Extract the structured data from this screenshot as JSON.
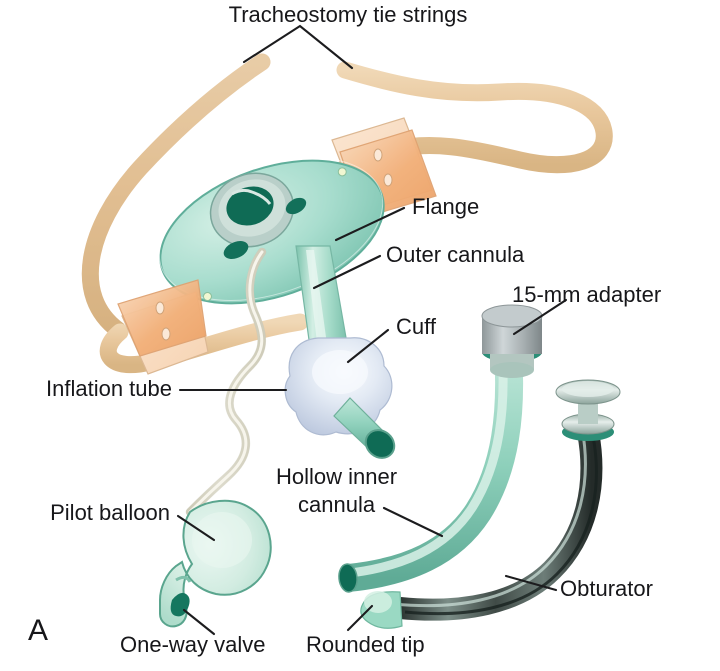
{
  "figure": {
    "panel_letter": "A",
    "background_color": "#ffffff"
  },
  "labels": {
    "tie_strings": "Tracheostomy tie strings",
    "flange": "Flange",
    "outer_cannula": "Outer cannula",
    "adapter": "15-mm adapter",
    "cuff": "Cuff",
    "inflation_tube": "Inflation tube",
    "hollow_inner_cannula_line1": "Hollow inner",
    "hollow_inner_cannula_line2": "cannula",
    "pilot_balloon": "Pilot balloon",
    "one_way_valve": "One-way valve",
    "rounded_tip": "Rounded tip",
    "obturator": "Obturator"
  },
  "colors": {
    "tie_string": "#e8c79c",
    "tie_string_edge": "#d4ae7e",
    "flange_tab": "#f2b07a",
    "flange_tab_light": "#f7d6b4",
    "flange_body": "#a8ddce",
    "flange_body_edge": "#5fae9a",
    "cannula_green": "#9ed8c6",
    "cannula_green_dark": "#2f8d76",
    "cannula_green_deep": "#14715c",
    "cuff_blue": "#cfd8ea",
    "cuff_highlight": "#f3f6fb",
    "adapter_gray": "#9aa3a6",
    "adapter_gray_light": "#c6cdd0",
    "obturator_dark": "#37423f",
    "inflation_tube": "#eae7d8",
    "inflation_tube_edge": "#c9c6b2",
    "balloon_fill": "#cfe9df",
    "valve_dark": "#15775f",
    "text": "#17171a",
    "leader": "#1c1c1e"
  }
}
